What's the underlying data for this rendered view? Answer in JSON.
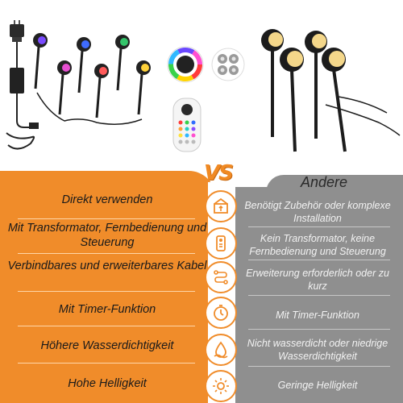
{
  "comparison": {
    "vs_label": "VS",
    "right_header": "Andere",
    "rows": [
      {
        "left": "Direkt verwenden",
        "right": "Benötigt Zubehör oder komplexe Installation",
        "icon": "plug-box-icon"
      },
      {
        "left": "Mit Transformator, Fernbedienung und Steuerung",
        "right": "Kein Transformator, keine Fernbedienung und Steuerung",
        "icon": "remote-control-icon"
      },
      {
        "left": "Verbindbares und erweiterbares Kabel",
        "right": "Erweiterung erforderlich oder zu kurz",
        "icon": "cable-connector-icon"
      },
      {
        "left": "Mit Timer-Funktion",
        "right": "Mit Timer-Funktion",
        "icon": "timer-icon"
      },
      {
        "left": "Höhere Wasserdichtigkeit",
        "right": "Nicht wasserdicht oder niedrige Wasserdichtigkeit",
        "icon": "water-drop-icon"
      },
      {
        "left": "Hohe Helligkeit",
        "right": "Geringe Helligkeit",
        "icon": "sun-brightness-icon"
      }
    ]
  },
  "colors": {
    "accent": "#f08c2a",
    "other_panel": "#8f8f8f"
  },
  "product": {
    "remote_icon": "rgb-remote-icon",
    "color_wheel_icon": "color-wheel-icon",
    "led_chip_icon": "led-chip-icon"
  }
}
